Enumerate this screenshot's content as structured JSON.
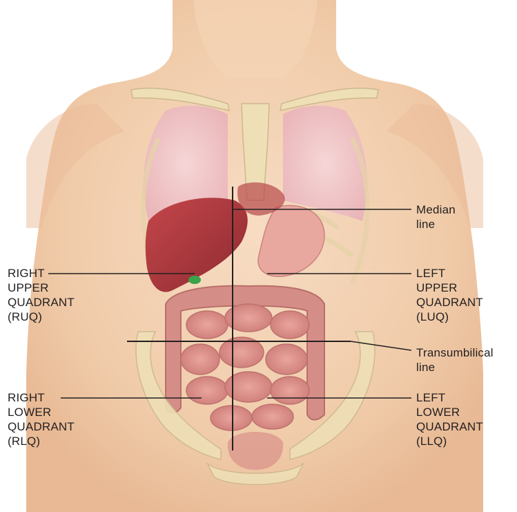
{
  "labels": {
    "median": "Median\nline",
    "ruq": "RIGHT\nUPPER\nQUADRANT\n(RUQ)",
    "luq": "LEFT\nUPPER\nQUADRANT\n(LUQ)",
    "transumbilical": "Transumbilical\nline",
    "rlq": "RIGHT\nLOWER\nQUADRANT\n(RLQ)",
    "llq": "LEFT\nLOWER\nQUADRANT\n(LLQ)"
  },
  "colors": {
    "skin": "#f3d2b3",
    "lung": "#efc3c8",
    "liver": "#a9353a",
    "intestine": "#d98b86",
    "bone": "#eedfb6",
    "gallbladder": "#3aa24a",
    "spleen": "#7b3a8c",
    "line": "#231f20"
  }
}
